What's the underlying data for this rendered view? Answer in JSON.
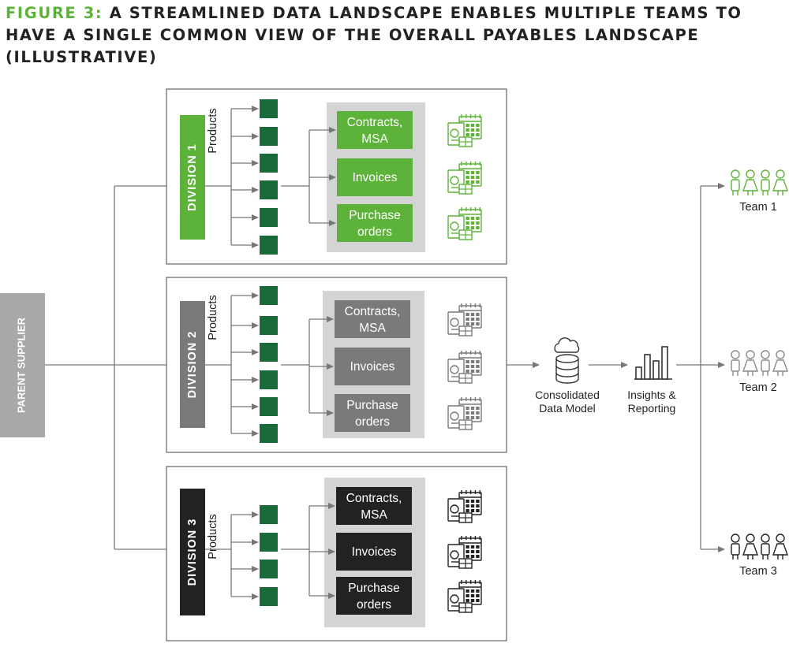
{
  "figure": {
    "label": "FIGURE 3:",
    "title": "A STREAMLINED DATA LANDSCAPE ENABLES MULTIPLE TEAMS TO HAVE A SINGLE COMMON VIEW OF THE OVERALL PAYABLES LANDSCAPE (ILLUSTRATIVE)"
  },
  "parent_supplier": "PARENT SUPPLIER",
  "products_label": "Products",
  "divisions": [
    {
      "name": "DIVISION 1",
      "color": "#5db33a",
      "product_count": 6,
      "docs": [
        {
          "l1": "Contracts,",
          "l2": "MSA"
        },
        {
          "l1": "Invoices",
          "l2": ""
        },
        {
          "l1": "Purchase",
          "l2": "orders"
        }
      ]
    },
    {
      "name": "DIVISION 2",
      "color": "#7a7a7a",
      "product_count": 6,
      "docs": [
        {
          "l1": "Contracts,",
          "l2": "MSA"
        },
        {
          "l1": "Invoices",
          "l2": ""
        },
        {
          "l1": "Purchase",
          "l2": "orders"
        }
      ]
    },
    {
      "name": "DIVISION 3",
      "color": "#222222",
      "product_count": 4,
      "docs": [
        {
          "l1": "Contracts,",
          "l2": "MSA"
        },
        {
          "l1": "Invoices",
          "l2": ""
        },
        {
          "l1": "Purchase",
          "l2": "orders"
        }
      ]
    }
  ],
  "consolidated": {
    "l1": "Consolidated",
    "l2": "Data Model"
  },
  "insights": {
    "l1": "Insights &",
    "l2": "Reporting"
  },
  "teams": [
    {
      "name": "Team 1",
      "color": "#5db33a"
    },
    {
      "name": "Team 2",
      "color": "#8a8a8a"
    },
    {
      "name": "Team 3",
      "color": "#222222"
    }
  ],
  "colors": {
    "product_square": "#1a6b3a",
    "doc_panel": "#d4d4d6",
    "parent_supplier_bg": "#a8a8aa",
    "connector": "#777777",
    "accent": "#5db33a"
  }
}
